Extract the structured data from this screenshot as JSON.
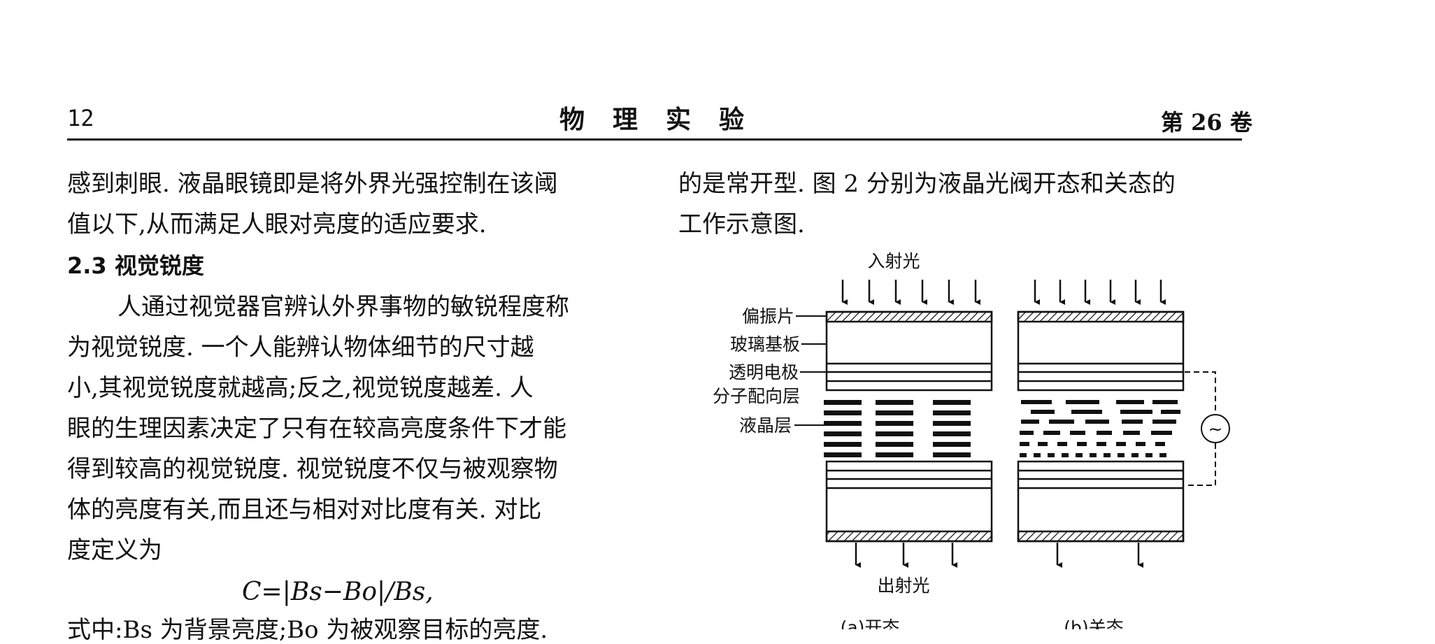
{
  "header": {
    "page_number": "12",
    "journal_title": "物理实验",
    "volume": "第 26 卷"
  },
  "left_column": {
    "lines": [
      "感到刺眼. 液晶眼镜即是将外界光强控制在该阈",
      "值以下,从而满足人眼对亮度的适应要求.",
      "2.3  视觉锐度",
      "人通过视觉器官辨认外界事物的敏锐程度称",
      "为视觉锐度. 一个人能辨认物体细节的尺寸越",
      "小,其视觉锐度就越高;反之,视觉锐度越差. 人",
      "眼的生理因素决定了只有在较高亮度条件下才能",
      "得到较高的视觉锐度. 视觉锐度不仅与被观察物",
      "体的亮度有关,而且还与相对对比度有关. 对比",
      "度定义为"
    ],
    "formula": "C=|Bs−Bo|/Bs,",
    "last_line": "式中:Bs 为背景亮度;Bo 为被观察目标的亮度."
  },
  "right_column": {
    "lines": [
      "的是常开型. 图 2 分别为液晶光阀开态和关态的",
      "工作示意图."
    ]
  },
  "figure": {
    "incident_light": "入射光",
    "outgoing_light": "出射光",
    "labels": [
      "偏振片",
      "玻璃基板",
      "透明电极",
      "分子配向层",
      "液晶层"
    ],
    "ac_symbol": "~",
    "caption_a": "(a)开态",
    "caption_b": "(b)关态"
  }
}
